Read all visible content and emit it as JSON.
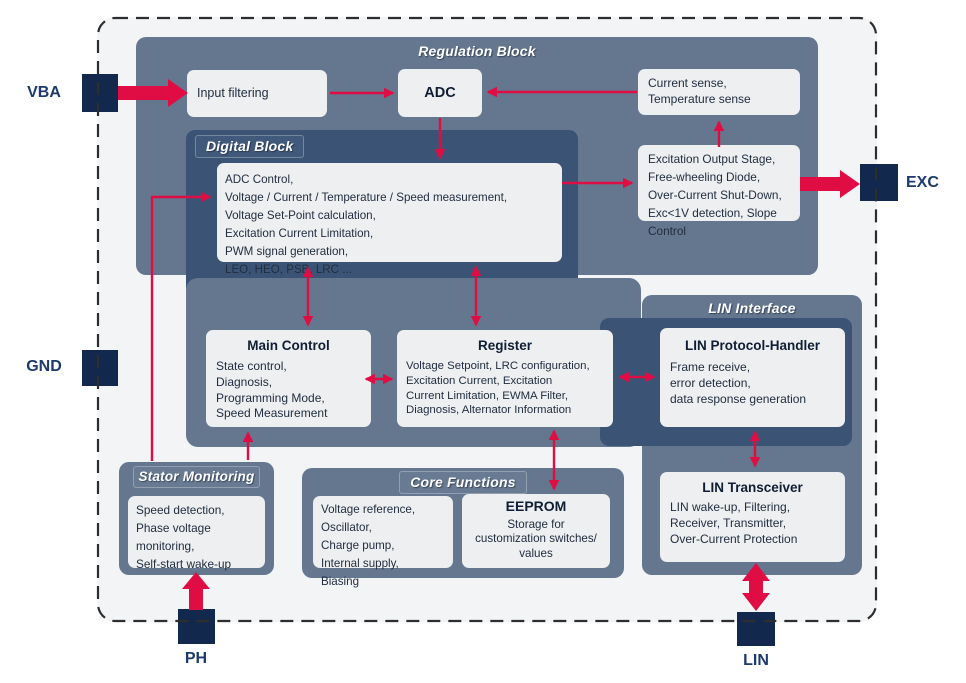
{
  "colors": {
    "accent_red": "#e00d45",
    "slate_medium": "#64778f",
    "slate_dark": "#3b5476",
    "box_bg": "#edeff1",
    "pin_navy": "#12284c",
    "pin_label_navy": "#1c3a6e",
    "chip_bg": "#f3f4f6"
  },
  "pins": {
    "vba": "VBA",
    "gnd": "GND",
    "exc": "EXC",
    "ph": "PH",
    "lin": "LIN"
  },
  "regulation_block": {
    "title": "Regulation Block",
    "input_filtering": "Input filtering",
    "adc": "ADC",
    "current_sense": "Current sense,\nTemperature sense",
    "excitation": "Excitation Output Stage,\nFree-wheeling Diode,\nOver-Current Shut-Down,\nExc<1V detection, Slope\nControl"
  },
  "digital_block": {
    "title": "Digital Block",
    "body": "ADC Control,\nVoltage / Current / Temperature / Speed measurement,\nVoltage Set-Point calculation,\nExcitation Current Limitation,\nPWM signal generation,\nLEO, HEO, PSB, LRC ..."
  },
  "main_control": {
    "title": "Main Control",
    "body": "State control,\nDiagnosis,\nProgramming Mode,\nSpeed Measurement"
  },
  "register": {
    "title": "Register",
    "body": "Voltage Setpoint, LRC configuration,\nExcitation Current, Excitation\nCurrent Limitation, EWMA Filter,\nDiagnosis, Alternator Information"
  },
  "lin_interface": {
    "title": "LIN Interface",
    "protocol_handler": {
      "title": "LIN Protocol-Handler",
      "body": "Frame receive,\nerror detection,\ndata response generation"
    },
    "transceiver": {
      "title": "LIN Transceiver",
      "body": "LIN wake-up, Filtering,\nReceiver, Transmitter,\nOver-Current Protection"
    }
  },
  "stator_monitoring": {
    "title": "Stator Monitoring",
    "body": "Speed detection,\nPhase voltage\nmonitoring,\nSelf-start wake-up"
  },
  "core_functions": {
    "title": "Core Functions",
    "analog": "Voltage reference,\nOscillator,\nCharge pump,\nInternal supply,\nBiasing",
    "eeprom": {
      "title": "EEPROM",
      "body": "Storage for\ncustomization switches/\nvalues"
    }
  }
}
